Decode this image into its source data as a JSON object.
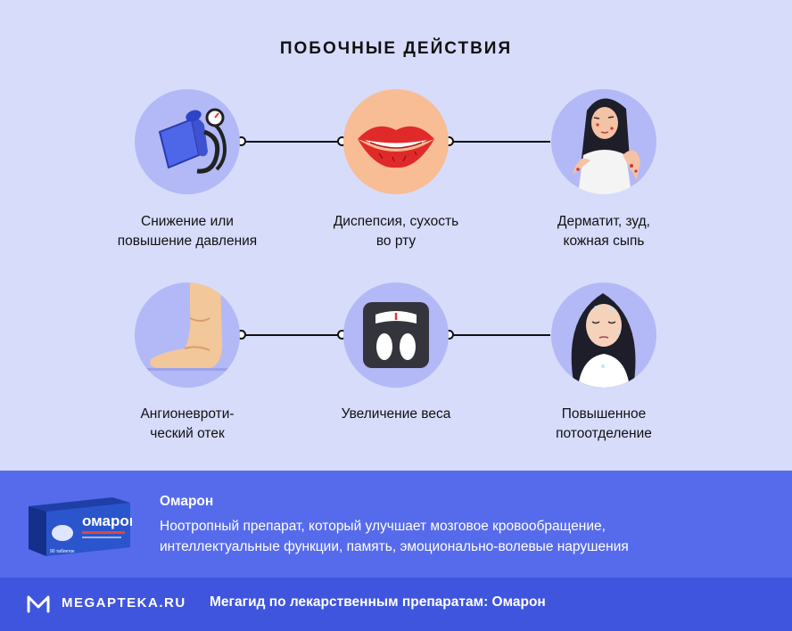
{
  "title": "ПОБОЧНЫЕ ДЕЙСТВИЯ",
  "side_effects": [
    {
      "icon": "blood-pressure-monitor-icon",
      "label_line1": "Снижение или",
      "label_line2": "повышение давления"
    },
    {
      "icon": "dry-lips-icon",
      "label_line1": "Диспепсия, сухость",
      "label_line2": "во рту"
    },
    {
      "icon": "skin-rash-woman-icon",
      "label_line1": "Дерматит, зуд,",
      "label_line2": "кожная сыпь"
    },
    {
      "icon": "swollen-foot-icon",
      "label_line1": "Ангионевроти-",
      "label_line2": "ческий отек"
    },
    {
      "icon": "scale-icon",
      "label_line1": "Увеличение веса",
      "label_line2": ""
    },
    {
      "icon": "sweating-woman-icon",
      "label_line1": "Повышенное",
      "label_line2": "потоотделение"
    }
  ],
  "drug": {
    "name": "Омарон",
    "description_line1": "Ноотропный препарат, который улучшает мозговое кровообращение,",
    "description_line2": "интеллектуальные функции, память, эмоционально-волевые нарушения",
    "box_brand": "омарон",
    "box_count": "90 таблеток"
  },
  "footer": {
    "logo_text": "MEGAPTEKA.RU",
    "caption": "Мегагид по лекарственным препаратам: Омарон"
  },
  "colors": {
    "background": "#d7dcfb",
    "circle": "#b2b9f6",
    "info_band": "#566bec",
    "footer_band": "#3f55de"
  }
}
